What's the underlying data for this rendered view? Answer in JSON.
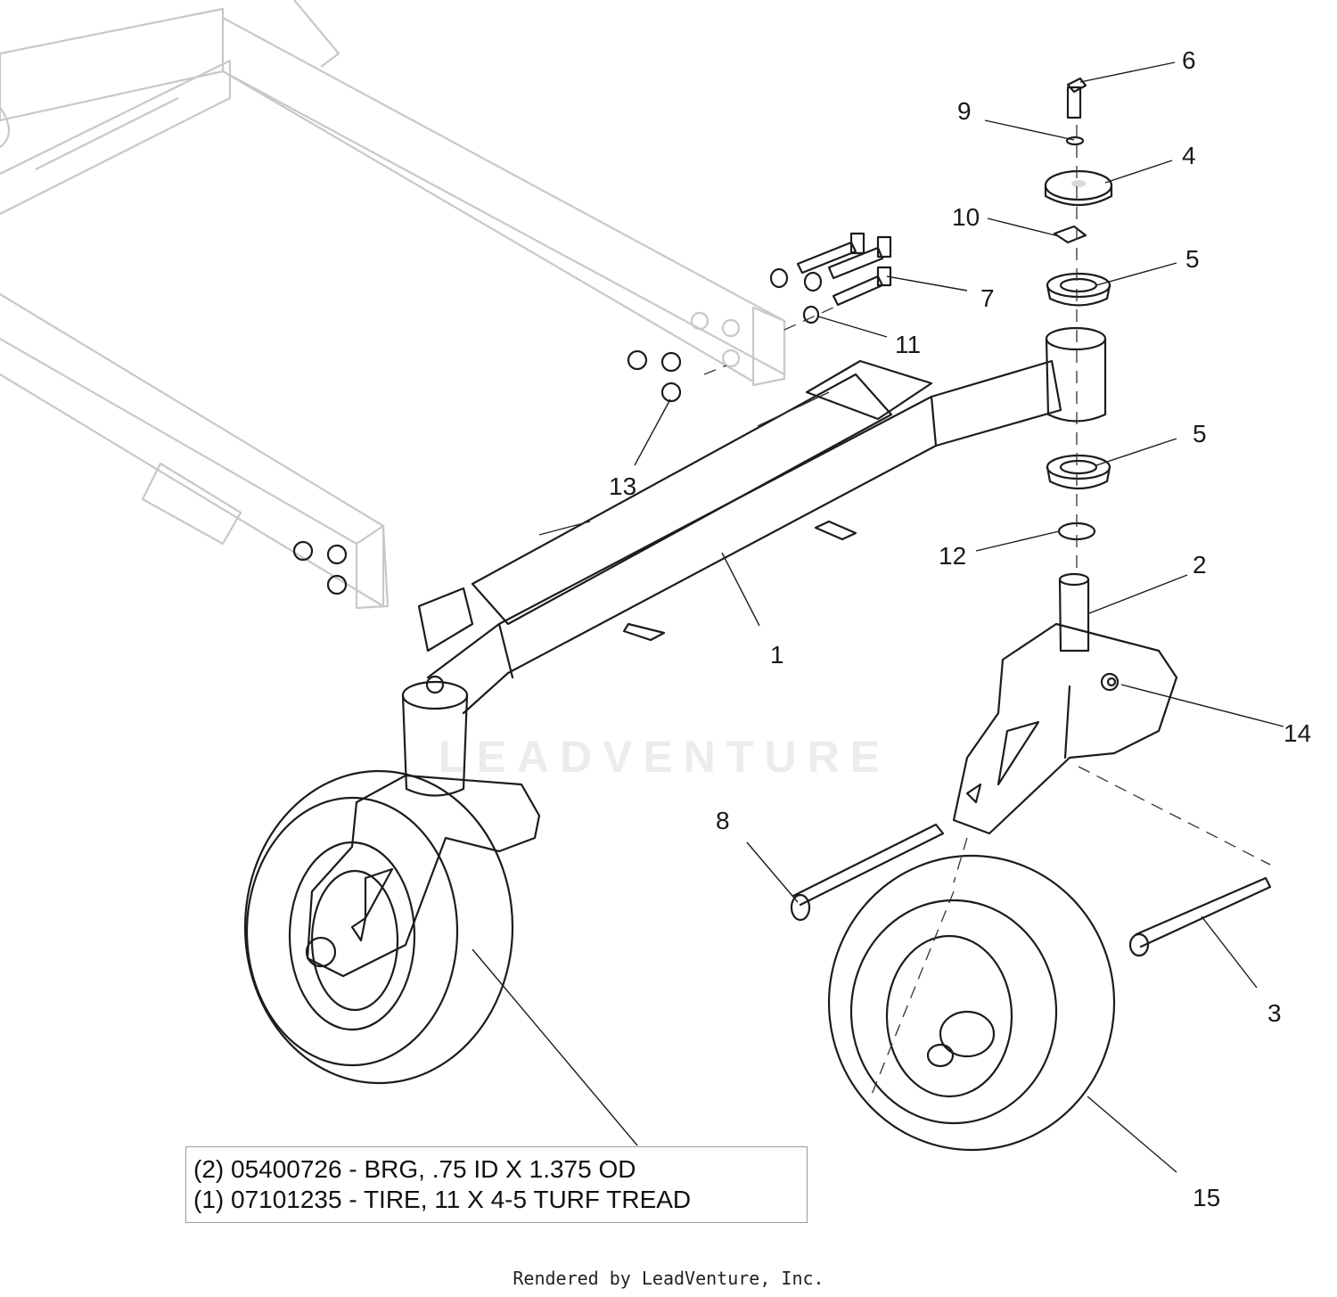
{
  "watermark": "LEADVENTURE",
  "callouts": [
    {
      "id": "1",
      "label": "1"
    },
    {
      "id": "2",
      "label": "2"
    },
    {
      "id": "3",
      "label": "3"
    },
    {
      "id": "4",
      "label": "4"
    },
    {
      "id": "5a",
      "label": "5"
    },
    {
      "id": "5b",
      "label": "5"
    },
    {
      "id": "6",
      "label": "6"
    },
    {
      "id": "7",
      "label": "7"
    },
    {
      "id": "8",
      "label": "8"
    },
    {
      "id": "9",
      "label": "9"
    },
    {
      "id": "10",
      "label": "10"
    },
    {
      "id": "11",
      "label": "11"
    },
    {
      "id": "12",
      "label": "12"
    },
    {
      "id": "13",
      "label": "13"
    },
    {
      "id": "14",
      "label": "14"
    },
    {
      "id": "15",
      "label": "15"
    }
  ],
  "notes": [
    "(2) 05400726 - BRG, .75 ID X 1.375 OD",
    "(1) 07101235 - TIRE, 11 X 4-5 TURF TREAD"
  ],
  "footer": "Rendered by LeadVenture, Inc."
}
